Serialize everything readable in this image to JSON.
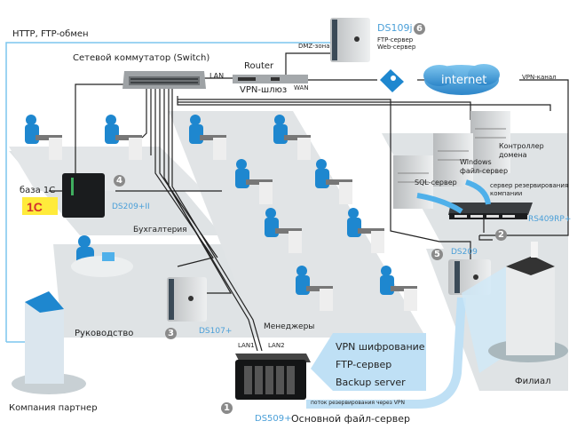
{
  "labels": {
    "http_ftp": "HTTP, FTP-обмен",
    "switch": "Сетевой коммутатор  (Switch)",
    "lan": "LAN",
    "router": "Router",
    "vpn_gateway": "VPN-шлюз",
    "wan": "WAN",
    "dmz": "DMZ-зона",
    "internet": "internet",
    "vpn_channel": "VPN-канал",
    "domain_controller": "Контроллер\nдомена",
    "windows_fs": "Windows\nфайл-сервер",
    "sql_server": "SQL-сервер",
    "backup_company": "сервер резервирования\nкомпании",
    "base_1c": "база 1С",
    "logo_1c": "1С",
    "accounting": "Бухгалтерия",
    "management": "Руководство",
    "managers": "Менеджеры",
    "branch": "Филиал",
    "partner": "Компания партнер",
    "lan1": "LAN1",
    "lan2": "LAN2",
    "main_fs": "Основной файл-сервер",
    "vpn_stream": "поток резервирования через VPN"
  },
  "features": [
    "VPN шифрование",
    "FTP-сервер",
    "Backup server"
  ],
  "devices": {
    "ds509": {
      "model": "DS509+",
      "num": "1"
    },
    "rs409": {
      "model": "RS409RP+",
      "num": "2"
    },
    "ds107": {
      "model": "DS107+",
      "num": "3"
    },
    "ds209ii": {
      "model": "DS209+II",
      "num": "4"
    },
    "ds209": {
      "model": "DS209",
      "num": "5"
    },
    "ds109j": {
      "model": "DS109j",
      "num": "6",
      "role1": "FTP-сервер",
      "role2": "Web-сервер"
    }
  },
  "colors": {
    "accent": "#4a9fd8",
    "floor": "#dfe3e5",
    "person": "#1e87cf",
    "arrow_light": "#bfe0f5",
    "line": "#222222"
  }
}
